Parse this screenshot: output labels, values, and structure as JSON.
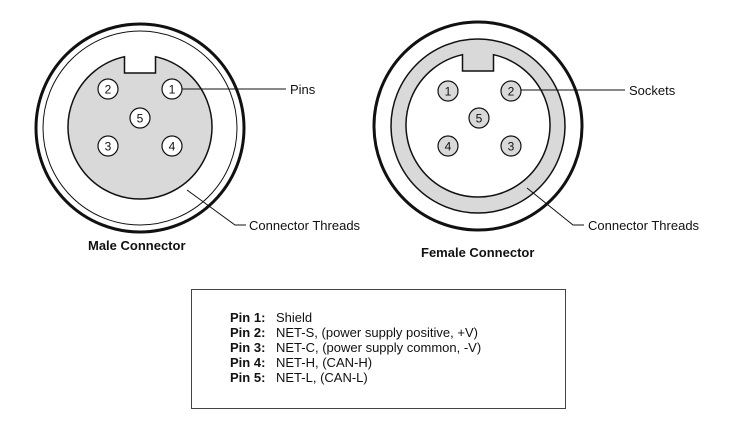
{
  "male_connector": {
    "caption": "Male Connector",
    "pins": [
      "2",
      "1",
      "5",
      "3",
      "4"
    ],
    "callout_pins": "Pins",
    "callout_threads": "Connector Threads"
  },
  "female_connector": {
    "caption": "Female Connector",
    "sockets": [
      "1",
      "2",
      "5",
      "4",
      "3"
    ],
    "callout_sockets": "Sockets",
    "callout_threads": "Connector Threads"
  },
  "colors": {
    "fill_gray": "#d9d9d9",
    "stroke": "#111111"
  },
  "legend": {
    "rows": [
      {
        "pin": "Pin",
        "num": "1:",
        "desc": "Shield"
      },
      {
        "pin": "Pin",
        "num": "2:",
        "desc": "NET-S, (power supply positive, +V)"
      },
      {
        "pin": "Pin",
        "num": "3:",
        "desc": "NET-C, (power supply common, -V)"
      },
      {
        "pin": "Pin",
        "num": "4:",
        "desc": "NET-H, (CAN-H)"
      },
      {
        "pin": "Pin",
        "num": "5:",
        "desc": "NET-L, (CAN-L)"
      }
    ]
  }
}
